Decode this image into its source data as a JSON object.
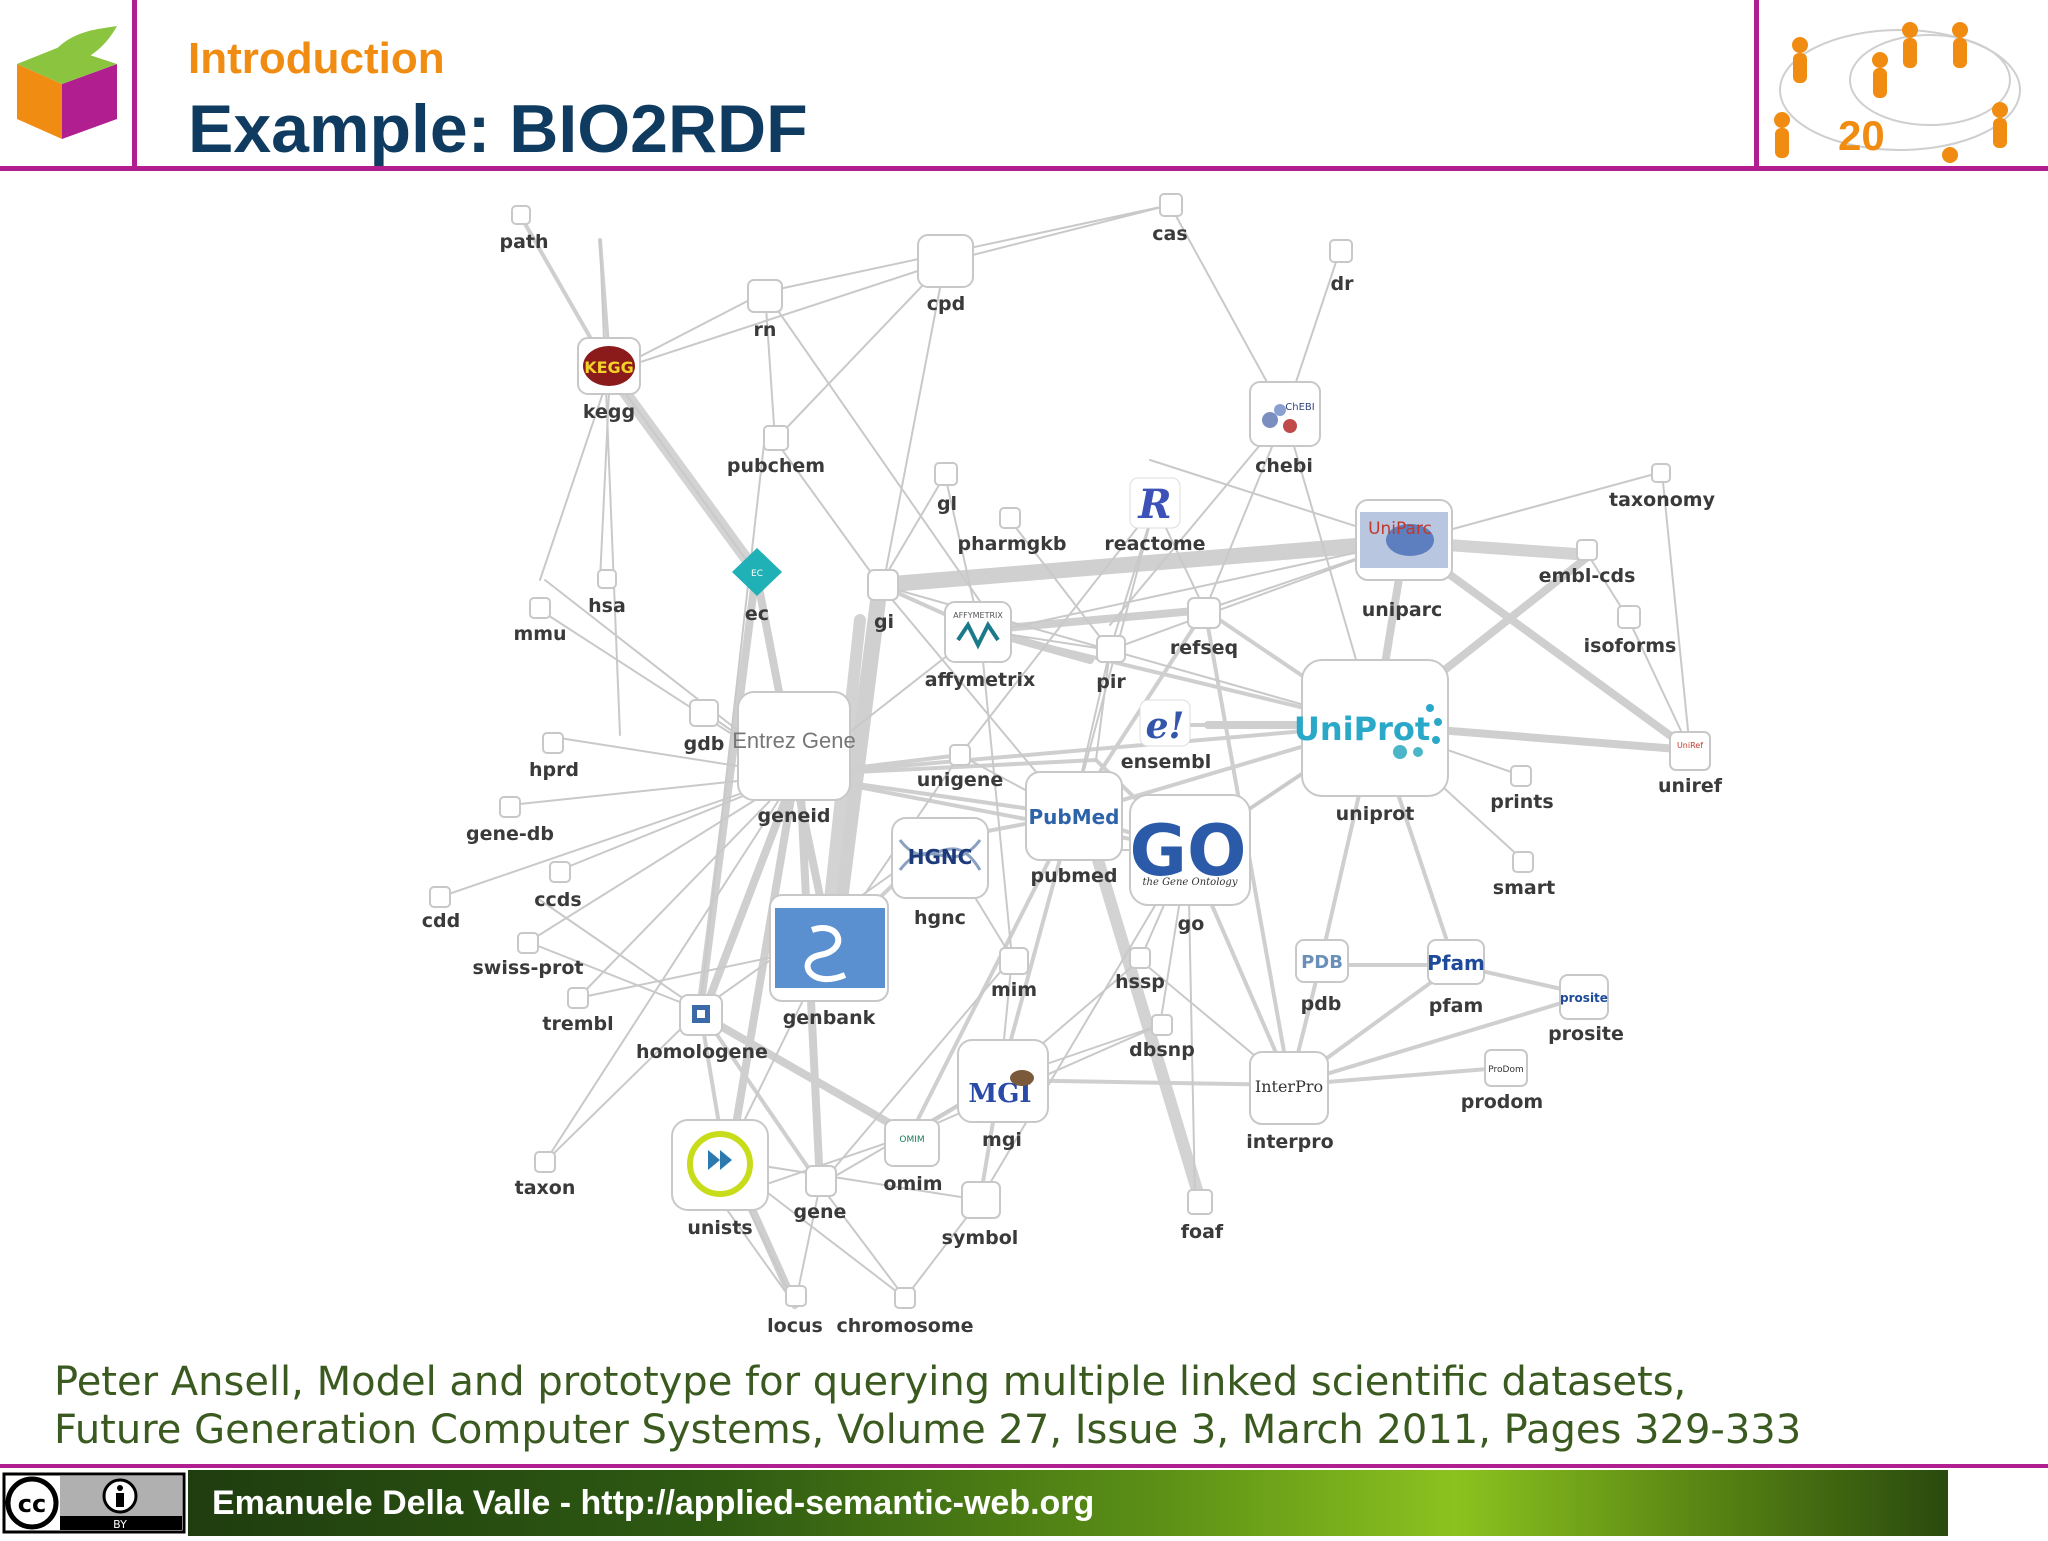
{
  "slide": {
    "section": "Introduction",
    "title": "Example: BIO2RDF",
    "page_number": "20"
  },
  "graph": {
    "nodes": {
      "path": "path",
      "cas": "cas",
      "dr": "dr",
      "cpd": "cpd",
      "rn": "rn",
      "kegg": "kegg",
      "pubchem": "pubchem",
      "chebi": "chebi",
      "taxonomy": "taxonomy",
      "gl": "gl",
      "pharmgkb": "pharmgkb",
      "reactome": "reactome",
      "uniparc": "uniparc",
      "embl_cds": "embl-cds",
      "hsa": "hsa",
      "ec": "ec",
      "gi": "gi",
      "mmu": "mmu",
      "affymetrix": "affymetrix",
      "refseq": "refseq",
      "isoforms": "isoforms",
      "pir": "pir",
      "gdb": "gdb",
      "hprd": "hprd",
      "geneid": "geneid",
      "unigene": "unigene",
      "ensembl": "ensembl",
      "uniprot": "uniprot",
      "uniref": "uniref",
      "prints": "prints",
      "gene_db": "gene-db",
      "pubmed": "pubmed",
      "hgnc": "hgnc",
      "ccds": "ccds",
      "cdd": "cdd",
      "go": "go",
      "smart": "smart",
      "swiss_prot": "swiss-prot",
      "genbank": "genbank",
      "mim": "mim",
      "hssp": "hssp",
      "pdb": "pdb",
      "pfam": "pfam",
      "prosite": "prosite",
      "trembl": "trembl",
      "homologene": "homologene",
      "dbsnp": "dbsnp",
      "prodom": "prodom",
      "mgi": "mgi",
      "interpro": "interpro",
      "omim": "omim",
      "taxon": "taxon",
      "unists": "unists",
      "gene": "gene",
      "symbol": "symbol",
      "foaf": "foaf",
      "locus": "locus",
      "chromosome": "chromosome"
    },
    "icon_text": {
      "kegg": "KEGG",
      "chebi": "ChEBI",
      "uniparc": "UniParc",
      "entrez": "Entrez Gene",
      "uniprot": "UniProt",
      "pubmed": "PubMed",
      "go": "GO",
      "go_sub": "the Gene Ontology",
      "hgnc": "HGNC",
      "pdb": "PDB",
      "pfam": "Pfam",
      "prosite": "prosite",
      "interpro": "InterPro",
      "mgi": "MGI",
      "ensembl": "e!",
      "affymetrix": "AFFYMETRIX",
      "omim": "OMIM",
      "prodom": "ProDom",
      "uniref": "UniRef",
      "ec": "EC"
    }
  },
  "citation": {
    "line1": "Peter Ansell, Model and prototype for querying multiple linked scientific datasets,",
    "line2": "Future Generation Computer Systems, Volume 27, Issue 3, March 2011, Pages 329-333"
  },
  "footer": {
    "text": "Emanuele Della Valle - http://applied-semantic-web.org",
    "cc": "cc",
    "by": "BY"
  }
}
